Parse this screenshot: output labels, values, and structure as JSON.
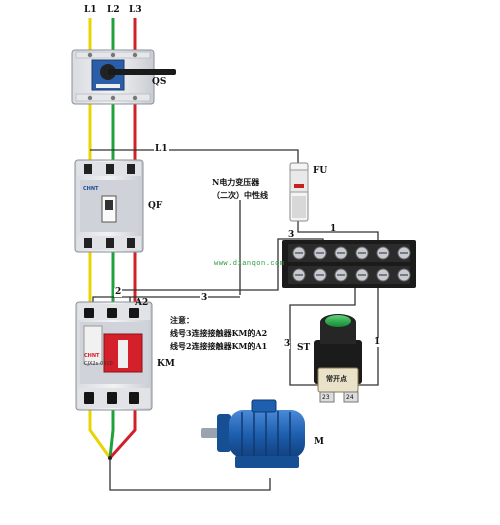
{
  "phases": {
    "l1": "L1",
    "l2": "L2",
    "l3": "L3"
  },
  "components": {
    "isolator_switch": "QS",
    "circuit_breaker": "QF",
    "breaker_brand": "CHNT",
    "fuse": "FU",
    "terminal_block": "",
    "contactor": "KM",
    "contactor_brand": "CHNT",
    "contactor_model": "CJX2s-0910",
    "contactor_terminal": "A2",
    "start_button": "ST",
    "start_button_caption": "常开点",
    "start_button_terminal_left": "23",
    "start_button_terminal_right": "24",
    "motor": "M"
  },
  "wires": {
    "l1_tap": "L1",
    "w1_top": "1",
    "w1_side": "1",
    "w2": "2",
    "w3_top": "3",
    "w3_mid": "3",
    "w3_side": "3"
  },
  "transformer_note": {
    "line1": "N电力变压器",
    "line2": "（二次）中性线"
  },
  "notes": {
    "title": "注意：",
    "line1": "线号3连接接触器KM的A2",
    "line2": "线号2连接接触器KM的A1"
  },
  "watermark": "www.dianqon.com",
  "colors": {
    "l1_wire": "#e8d400",
    "l2_wire": "#1fa23a",
    "l3_wire": "#d0202a",
    "control_wire": "#333333",
    "motor_blue": "#1e5fb0",
    "terminal_black": "#1b1b1b",
    "button_green": "#1aa03a"
  }
}
